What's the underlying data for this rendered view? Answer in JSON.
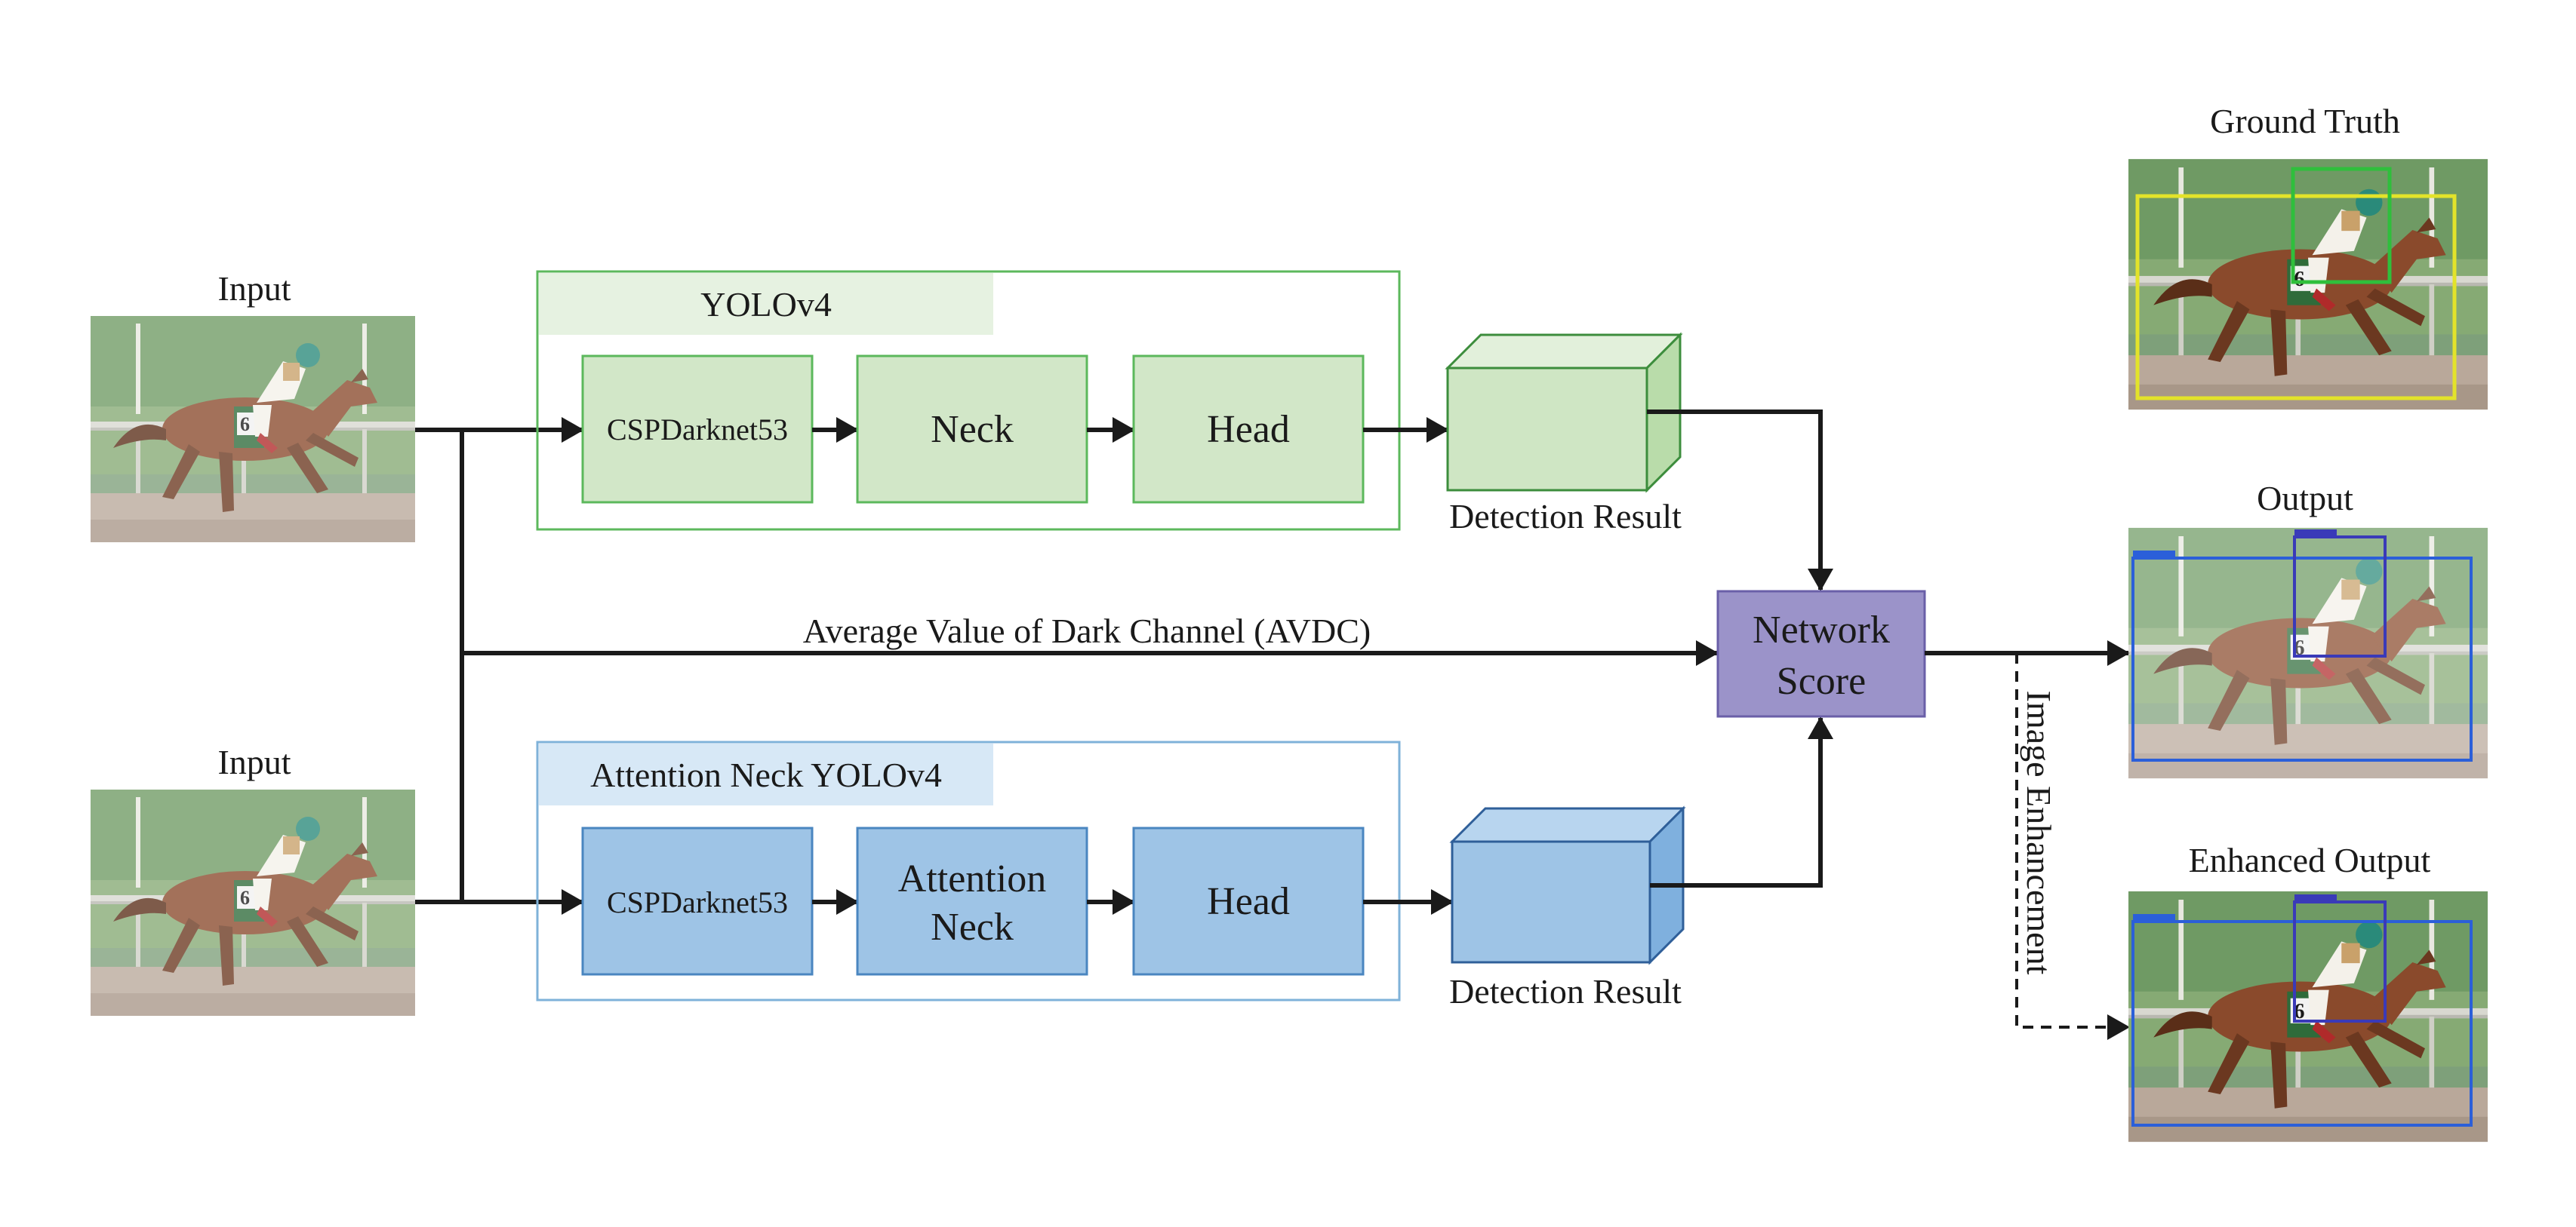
{
  "colors": {
    "yolo_panel_border": "#5cb85c",
    "yolo_header_bg": "#e6f2e1",
    "yolo_box_fill": "#d2e7c8",
    "yolo_box_border": "#5cb85c",
    "att_panel_border": "#7fb2d9",
    "att_header_bg": "#d7e8f6",
    "att_box_fill": "#9ec4e6",
    "att_box_border": "#4a86c0",
    "score_fill": "#9b93c9",
    "score_border": "#6a5fa8",
    "arrow": "#1a1a1a",
    "gt_box_yellow": "#e3e32a",
    "gt_box_green": "#2fbf3c",
    "det_box_blue": "#2b5fd9",
    "det_box_navy": "#3a3ab8"
  },
  "inputs": [
    {
      "label": "Input"
    },
    {
      "label": "Input"
    }
  ],
  "yolo_branch": {
    "title": "YOLOv4",
    "backbone": "CSPDarknet53",
    "neck": "Neck",
    "head": "Head",
    "result": "Detection Result"
  },
  "attention_branch": {
    "title": "Attention Neck YOLOv4",
    "backbone": "CSPDarknet53",
    "neck_line1": "Attention",
    "neck_line2": "Neck",
    "head": "Head",
    "result": "Detection Result"
  },
  "avdc_label": "Average Value of Dark Channel (AVDC)",
  "network_score": {
    "line1": "Network",
    "line2": "Score"
  },
  "enhancement_label": "Image Enhancement",
  "outputs": {
    "ground_truth": "Ground Truth",
    "output": "Output",
    "enhanced_output": "Enhanced Output"
  }
}
